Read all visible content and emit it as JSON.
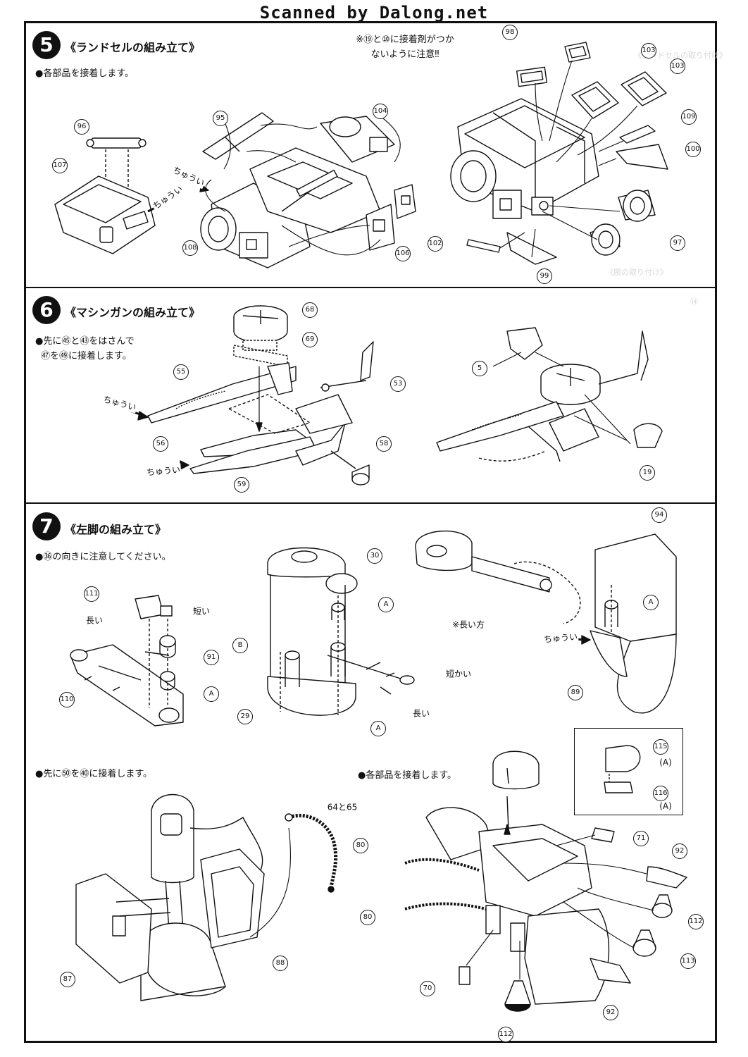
{
  "header": {
    "banner": "Scanned by Dalong.net"
  },
  "steps": [
    {
      "number": "5",
      "title": "《ランドセルの組み立て》",
      "instruction": "●各部品を接着します。",
      "note_line1": "※⑲と⑩に接着剤がつか",
      "note_line2": "ないように注意‼",
      "callouts": [
        "96",
        "95",
        "104",
        "107",
        "108",
        "106",
        "98",
        "103",
        "103",
        "109",
        "100",
        "102",
        "99",
        "97"
      ],
      "caution": [
        "ちゅうい",
        "ちゅうい"
      ]
    },
    {
      "number": "6",
      "title": "《マシンガンの組み立て》",
      "instruction_line1": "●先に㊺と㊸をはさんで",
      "instruction_line2": "㊼を㊾に接着します。",
      "callouts": [
        "68",
        "69",
        "55",
        "53",
        "56",
        "58",
        "59",
        "5",
        "19"
      ],
      "caution": [
        "ちゅうい",
        "ちゅうい"
      ]
    },
    {
      "number": "7",
      "title": "《左脚の組み立て》",
      "instruction": "●㊱の向きに注意してください。",
      "instruction2": "●先に㊿を㊵に接着します。",
      "instruction3": "●各部品を接着します。",
      "callouts": [
        "111",
        "91",
        "110",
        "30",
        "29",
        "94",
        "89",
        "115",
        "116",
        "87",
        "88",
        "80",
        "80",
        "71",
        "92",
        "112",
        "113",
        "70",
        "112",
        "92"
      ],
      "text_labels": {
        "long": "長い",
        "short": "短い",
        "A": "A",
        "B": "B",
        "short2": "短かい",
        "long2": "長い",
        "long_side": "※長い方",
        "pair": "64と65",
        "inset_a1": "(A)",
        "inset_a2": "(A)",
        "caution": "ちゅうい"
      }
    }
  ]
}
